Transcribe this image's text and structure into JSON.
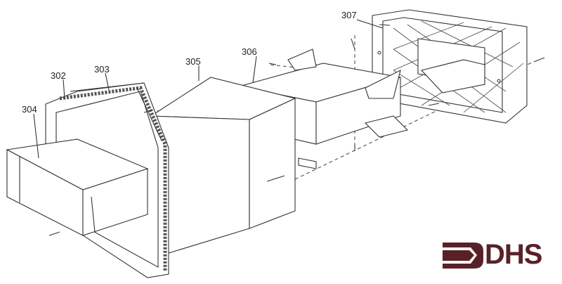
{
  "labels": {
    "l302": "302",
    "l303": "303",
    "l304": "304",
    "l305": "305",
    "l306": "306",
    "l307": "307"
  },
  "logo": {
    "text": "DHS",
    "color": "#5a2028"
  }
}
